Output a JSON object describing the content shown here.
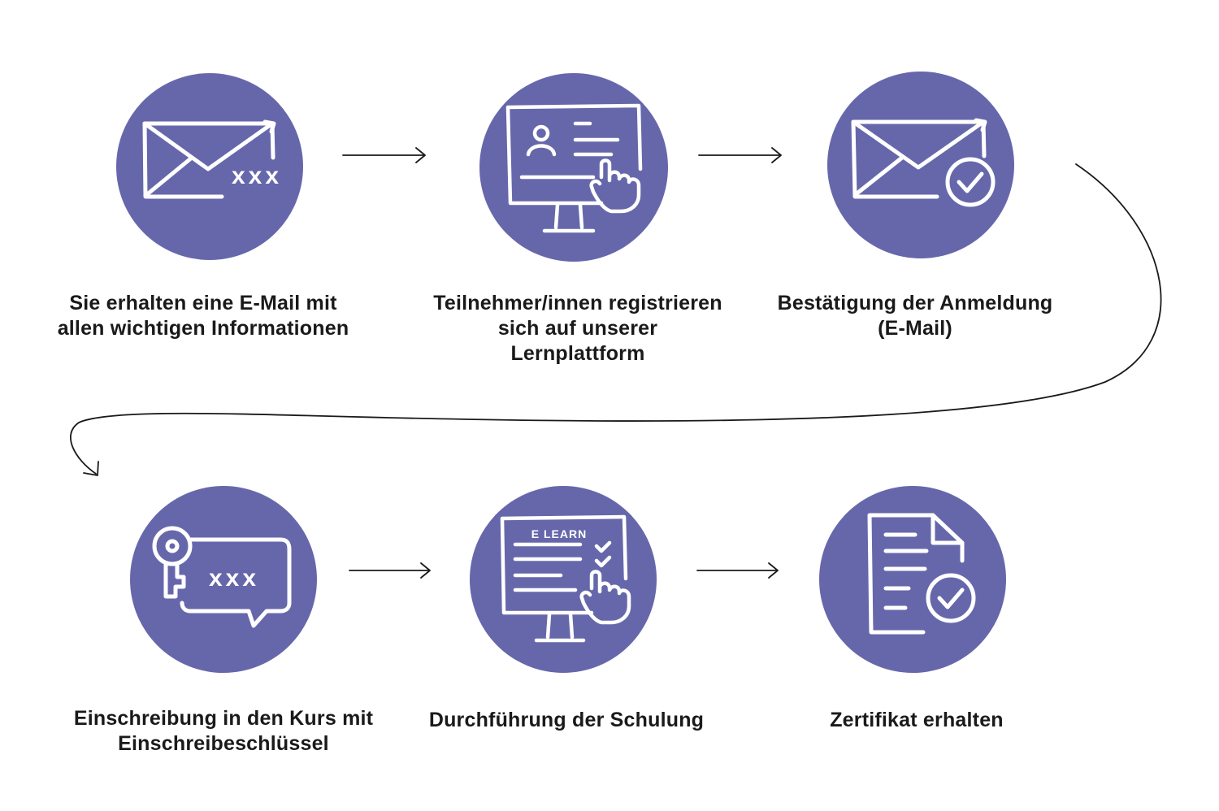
{
  "colors": {
    "accent": "#6667ab",
    "text": "#1a1a1a",
    "line": "#1a1a1a",
    "icon": "#ffffff"
  },
  "steps": [
    {
      "icon": "envelope-password-icon",
      "lines": [
        "Sie erhalten eine E-Mail mit",
        "allen wichtigen Informationen"
      ]
    },
    {
      "icon": "monitor-register-icon",
      "lines": [
        "Teilnehmer/innen registrieren",
        "sich auf unserer",
        "Lernplattform"
      ]
    },
    {
      "icon": "envelope-check-icon",
      "lines": [
        "Bestätigung der Anmeldung",
        "(E-Mail)"
      ]
    },
    {
      "icon": "key-chat-password-icon",
      "lines": [
        "Einschreibung in den Kurs mit",
        "Einschreibeschlüssel"
      ]
    },
    {
      "icon": "monitor-elearn-icon",
      "lines": [
        "Durchführung der Schulung"
      ]
    },
    {
      "icon": "certificate-check-icon",
      "lines": [
        "Zertifikat erhalten"
      ]
    }
  ],
  "icon_text": {
    "password_mask": "xxx",
    "elearn": "E LEARN"
  }
}
